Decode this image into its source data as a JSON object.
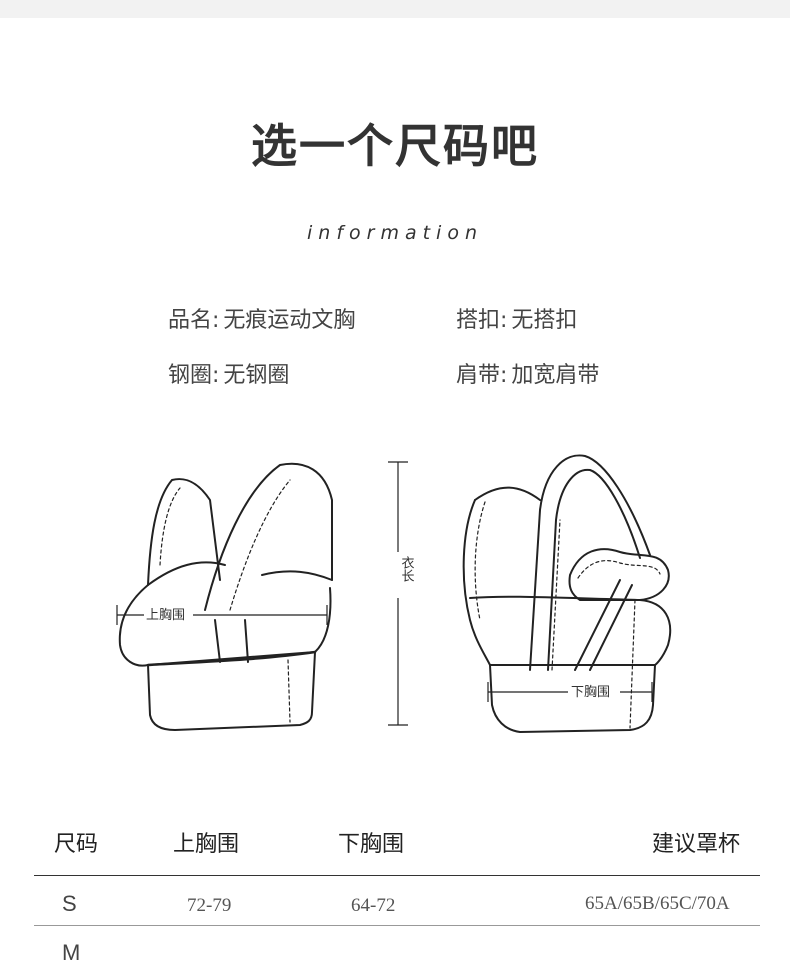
{
  "header": {
    "title": "选一个尺码吧",
    "subtitle": "information"
  },
  "specs": [
    {
      "label": "品名:",
      "value": "无痕运动文胸"
    },
    {
      "label": "搭扣:",
      "value": "无搭扣"
    },
    {
      "label": "钢圈:",
      "value": "无钢圈"
    },
    {
      "label": "肩带:",
      "value": "加宽肩带"
    }
  ],
  "diagram": {
    "upper_chest_label": "上胸围",
    "length_label": "衣长",
    "under_chest_label": "下胸围"
  },
  "size_table": {
    "headers": [
      "尺码",
      "上胸围",
      "下胸围",
      "建议罩杯"
    ],
    "rows": [
      {
        "size": "S",
        "upper": "72-79",
        "under": "64-72",
        "cup": "65A/65B/65C/70A"
      },
      {
        "size": "M",
        "upper": "",
        "under": "",
        "cup": ""
      }
    ]
  }
}
